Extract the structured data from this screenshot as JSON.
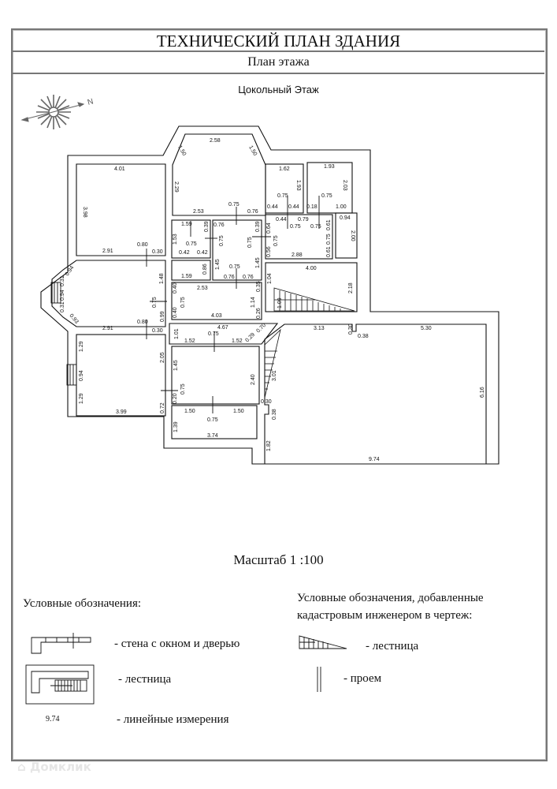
{
  "header": {
    "title": "ТЕХНИЧЕСКИЙ ПЛАН ЗДАНИЯ",
    "subtitle": "План этажа"
  },
  "plan": {
    "floor_name": "Цокольный Этаж",
    "compass_label": "N",
    "dimensions": {
      "room_nw_top": "4.01",
      "room_nw_side": "3.98",
      "room_nw_bottom": "2.91",
      "room_nw_door": "0.80",
      "room_nw_wall": "0.30",
      "bay_top": "2.58",
      "bay_left_diag": "1.50",
      "bay_right_diag": "1.50",
      "bay_side": "2.29",
      "bay_bottom": "2.53",
      "bay_door": "0.75",
      "bay_seg": "0.76",
      "wc1_top": "1.62",
      "wc1_side": "1.93",
      "wc2_top": "1.93",
      "wc2_side": "2.03",
      "wc_door1": "0.75",
      "wc_door2": "0.75",
      "wc_seg_a": "0.44",
      "wc_seg_b": "0.44",
      "wc_seg_c": "0.18",
      "wc_seg_d": "1.00",
      "hall_seg_a": "0.44",
      "hall_mid": "0.79",
      "hall_door_a": "0.75",
      "hall_door_b": "0.75",
      "hall_r_a": "0.61",
      "hall_r_door": "0.75",
      "hall_r_b": "0.61",
      "hall_l_a": "0.64",
      "hall_l_door": "0.75",
      "hall_l_b": "0.56",
      "hall_bottom": "2.88",
      "closet_top": "0.94",
      "closet_side": "2.00",
      "s1_top": "1.59",
      "s1_side": "1.53",
      "s1_wall": "0.39",
      "s1_door": "0.75",
      "s1_seg_a": "0.42",
      "s1_seg_b": "0.42",
      "s1_door_b": "0.75",
      "s2_side": "0.86",
      "s2_bottom": "1.59",
      "c_top_seg": "0.76",
      "c_wall_r": "0.39",
      "c_door": "0.75",
      "c_left": "1.45",
      "c_right": "1.45",
      "c_bot_seg_a": "0.76",
      "c_door_b": "0.75",
      "c_bot_seg_b": "0.76",
      "stair_top": "4.00",
      "stair_left": "1.04",
      "stair_right": "2.18",
      "stair_inner": "1.09",
      "lr_top": "2.53",
      "lr_l_a": "0.40",
      "lr_door": "0.75",
      "lr_l_b": "0.40",
      "lr_bottom": "4.03",
      "lr_r_a": "0.35",
      "lr_r_mid": "1.14",
      "lr_r_b": "0.26",
      "oct_a": "0.94",
      "oct_b": "0.31",
      "oct_c": "0.94",
      "oct_d": "0.31",
      "oct_e": "0.93",
      "oct_side": "1.48",
      "oct_door": "0.75",
      "oct_low": "0.99",
      "oct_bottom": "2.91",
      "oct_door_b": "0.80",
      "oct_wall": "0.30",
      "corr_top": "4.67",
      "corr_side": "1.01",
      "corr_a": "1.52",
      "corr_door": "0.75",
      "corr_b": "1.52",
      "corr_diag_a": "0.29",
      "corr_diag_b": "0.70",
      "sw_top_a": "1.29",
      "sw_win": "0.94",
      "sw_top_b": "1.29",
      "sw_bottom": "3.99",
      "sw_right_a": "2.05",
      "sw_right_b": "0.72",
      "mid_left": "1.45",
      "mid_door": "0.75",
      "mid_wall": "0.20",
      "mid_right": "2.40",
      "sm_left": "1.39",
      "sm_a": "1.50",
      "sm_door": "0.75",
      "sm_b": "1.50",
      "sm_bottom": "3.74",
      "big_top_a": "3.13",
      "big_niche_a": "0.30",
      "big_niche_b": "0.38",
      "big_top_b": "5.30",
      "big_right": "6.16",
      "big_bottom": "9.74",
      "big_stair": "3.01",
      "big_l_a": "0.30",
      "big_l_b": "0.38",
      "big_l_c": "1.82"
    }
  },
  "scale": "Масштаб 1 :100",
  "legend": {
    "title": "Условные обозначения:",
    "items": [
      {
        "label": "- стена с окном и дверью",
        "icon": "wall-window-door-symbol"
      },
      {
        "label": "- лестница",
        "icon": "staircase-symbol"
      },
      {
        "label": "- линейные измерения",
        "sample": "9.74"
      }
    ]
  },
  "legend_added": {
    "title_line1": "Условные обозначения, добавленные",
    "title_line2": "кадастровым инженером в чертеж:",
    "items": [
      {
        "label": "- лестница",
        "icon": "triangle-stair-symbol"
      },
      {
        "label": "- проем",
        "icon": "opening-symbol"
      }
    ]
  },
  "watermark": "Домклик"
}
